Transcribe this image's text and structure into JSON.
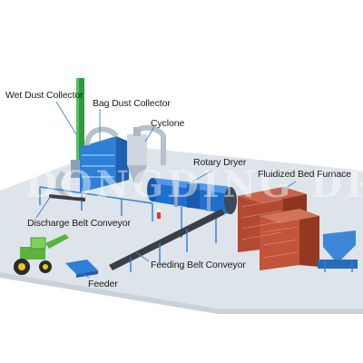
{
  "labels": {
    "wet_dust_collector": "Wet Dust Collector",
    "bag_dust_collector": "Bag Dust Collector",
    "cyclone": "Cyclone",
    "rotary_dryer": "Rotary Dryer",
    "fluidized_bed_furnace": "Fluidized Bed Furnace",
    "discharge_belt_conveyor": "Discharge Belt Conveyor",
    "feeding_belt_conveyor": "Feeding Belt Conveyor",
    "feeder": "Feeder"
  },
  "watermark": "DONGDING DRYER",
  "colors": {
    "background": "#ffffff",
    "ground": "#dde4ea",
    "dryer_blue": "#1f6fd1",
    "frame_blue": "#2d7fd8",
    "brick": "#b24a32",
    "green_stack": "#2e9c3c",
    "leader_line": "#3b82c8"
  }
}
